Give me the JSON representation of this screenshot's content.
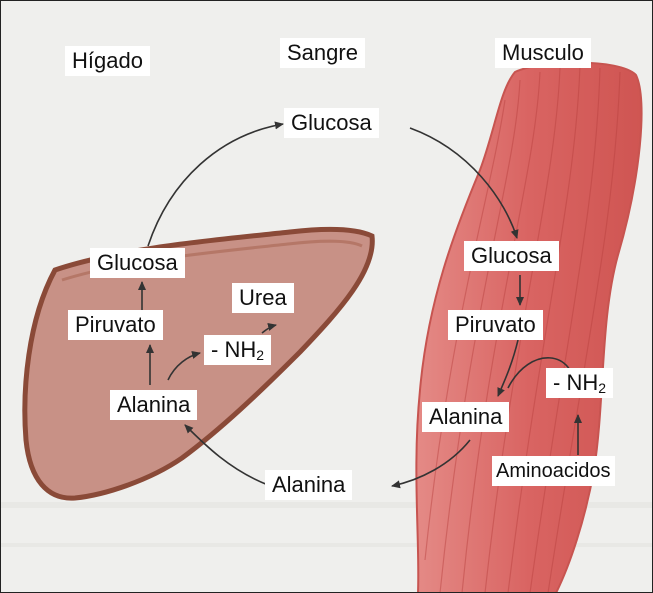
{
  "regions": {
    "liver": "Hígado",
    "blood": "Sangre",
    "muscle": "Musculo"
  },
  "blood": {
    "glucose_top": "Glucosa",
    "alanine_bottom": "Alanina"
  },
  "liver": {
    "glucose": "Glucosa",
    "pyruvate": "Piruvato",
    "urea": "Urea",
    "amino_prefix": "- NH",
    "amino_sub": "2",
    "alanine": "Alanina"
  },
  "muscle": {
    "glucose": "Glucosa",
    "pyruvate": "Piruvato",
    "amino_prefix": "- NH",
    "amino_sub": "2",
    "alanine": "Alanina",
    "amino_acids": "Aminoacidos"
  },
  "colors": {
    "liver_fill": "#c89186",
    "liver_edge": "#8a4a38",
    "muscle_fill": "#dc6d6a",
    "muscle_fiber": "#b8403e",
    "arrow": "#333333"
  }
}
